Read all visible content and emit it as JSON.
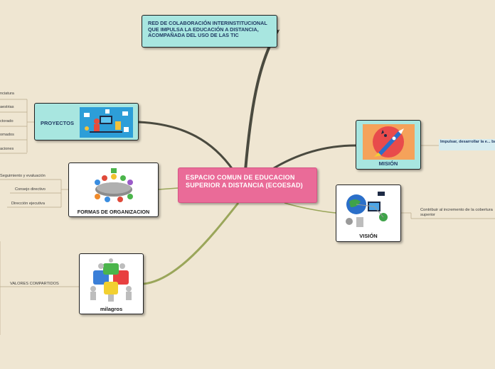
{
  "central": {
    "label": "ESPACIO COMUN DE EDUCACION SUPERIOR A DISTANCIA (ECOESAD)"
  },
  "red": {
    "label": "RED DE COLABORACIÓN INTERINSTITUCIONAL QUE IMPULSA LA EDUCACIÓN A DISTANCIA, ACOMPAÑADA DEL USO DE LAS TIC"
  },
  "proyectos": {
    "label": "PROYECTOS",
    "items": [
      "nciatura",
      "aestrias",
      "ctorado",
      "omados",
      "aciones"
    ]
  },
  "formas": {
    "label": "FORMAS DE ORGANIZACION",
    "items": [
      "Seguimiento y evaluación",
      "Consejo directivo",
      "Dirección ejecutiva"
    ]
  },
  "milagros": {
    "label": "milagros",
    "items": [
      "VALORES COMPARTIDOS"
    ]
  },
  "mision": {
    "label": "MISIÓN",
    "note": "Impulsar, desarrollar la e... basada en la colaboració..."
  },
  "vision": {
    "label": "VISIÓN",
    "note": "Contribuir al incremento de la cobertura superior"
  },
  "colors": {
    "background": "#efe6d2",
    "central": "#ea6b98",
    "cyan_node": "#a8e6e0",
    "branch_dark": "#4a4a3f",
    "branch_olive": "#9aa65a"
  }
}
